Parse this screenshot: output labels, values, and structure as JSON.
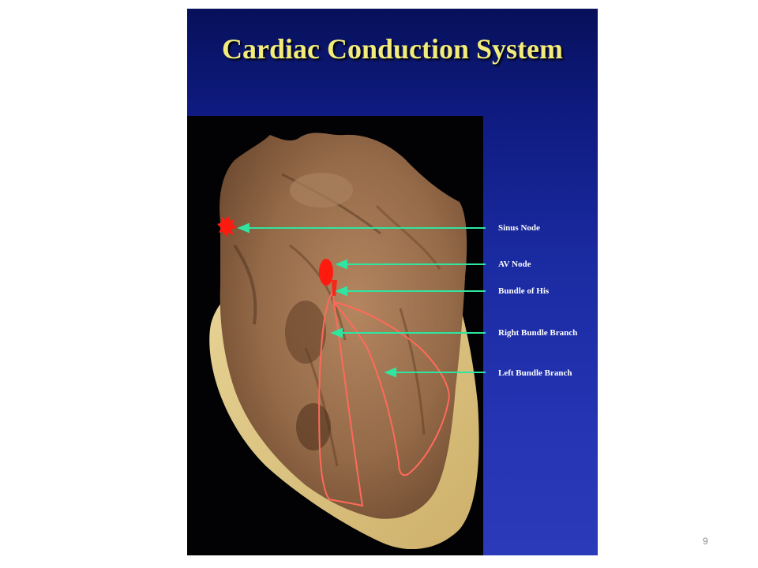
{
  "slide": {
    "title": "Cardiac Conduction System",
    "labels": {
      "sinus_node": "Sinus Node",
      "av_node": "AV Node",
      "bundle_of_his": "Bundle of His",
      "right_bundle_branch": "Right Bundle Branch",
      "left_bundle_branch": "Left Bundle Branch"
    },
    "colors": {
      "title": "#f2ec7c",
      "arrow": "#2fe5a0",
      "node": "#ff1a10",
      "branch_outline": "#ff6a5a"
    }
  },
  "page_number": "9"
}
